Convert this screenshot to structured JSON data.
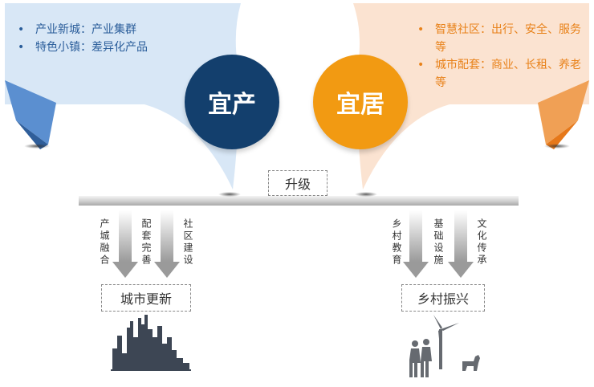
{
  "left_panel": {
    "items": [
      "产业新城：产业集群",
      "特色小镇：差异化产品"
    ],
    "color": "#2a5d9a"
  },
  "right_panel": {
    "items": [
      "智慧社区：出行、安全、服务等",
      "城市配套：商业、长租、养老等"
    ],
    "color": "#e8821a"
  },
  "circles": {
    "left_label": "宜产",
    "right_label": "宜居",
    "left_color": "#133f6d",
    "right_color": "#f29a12"
  },
  "center_label": "升级",
  "left_arrows": [
    "产城融合",
    "配套完善",
    "社区建设"
  ],
  "right_arrows": [
    "乡村教育",
    "基础设施",
    "文化传承"
  ],
  "bottom": {
    "left_label": "城市更新",
    "right_label": "乡村振兴"
  },
  "icons": {
    "left": "city-skyline-icon",
    "right": "family-windmill-dog-icon"
  }
}
